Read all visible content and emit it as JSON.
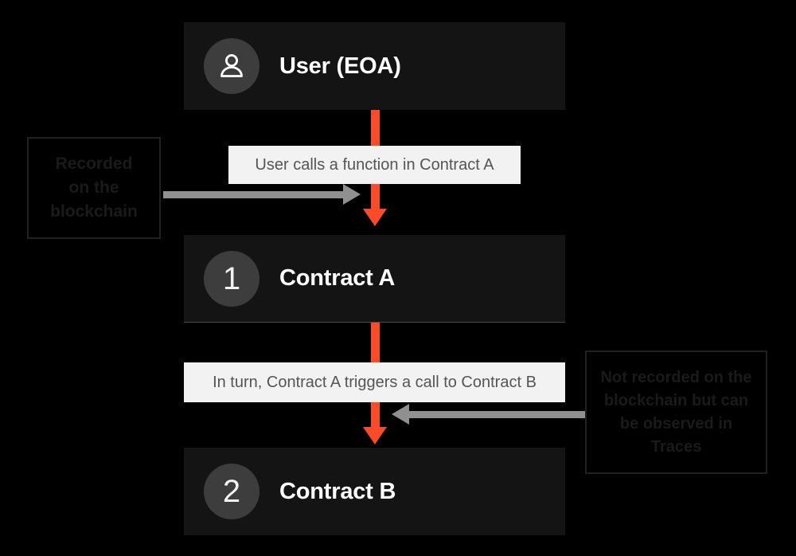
{
  "diagram": {
    "background_color": "#000000",
    "accent_color": "#fb4b28",
    "connector_color": "#909090",
    "node_bg_color": "#141414",
    "caption_bg_color": "#f2f2f2",
    "nodes": [
      {
        "id": "user",
        "badge_type": "person-icon",
        "badge_text": "",
        "label": "User (EOA)"
      },
      {
        "id": "contract-a",
        "badge_type": "number",
        "badge_text": "1",
        "label": "Contract A"
      },
      {
        "id": "contract-b",
        "badge_type": "number",
        "badge_text": "2",
        "label": "Contract B"
      }
    ],
    "captions": [
      {
        "id": "user-to-a",
        "text": "User calls a function in Contract A"
      },
      {
        "id": "a-to-b",
        "text": "In turn, Contract A triggers a call to Contract B"
      }
    ],
    "annotations": [
      {
        "id": "left",
        "lines": [
          "Recorded",
          "on the",
          "blockchain"
        ],
        "points_to": "user-to-a"
      },
      {
        "id": "right",
        "lines": [
          "Not recorded on the",
          "blockchain but can",
          "be observed in",
          "Traces"
        ],
        "points_to": "a-to-b"
      }
    ]
  }
}
